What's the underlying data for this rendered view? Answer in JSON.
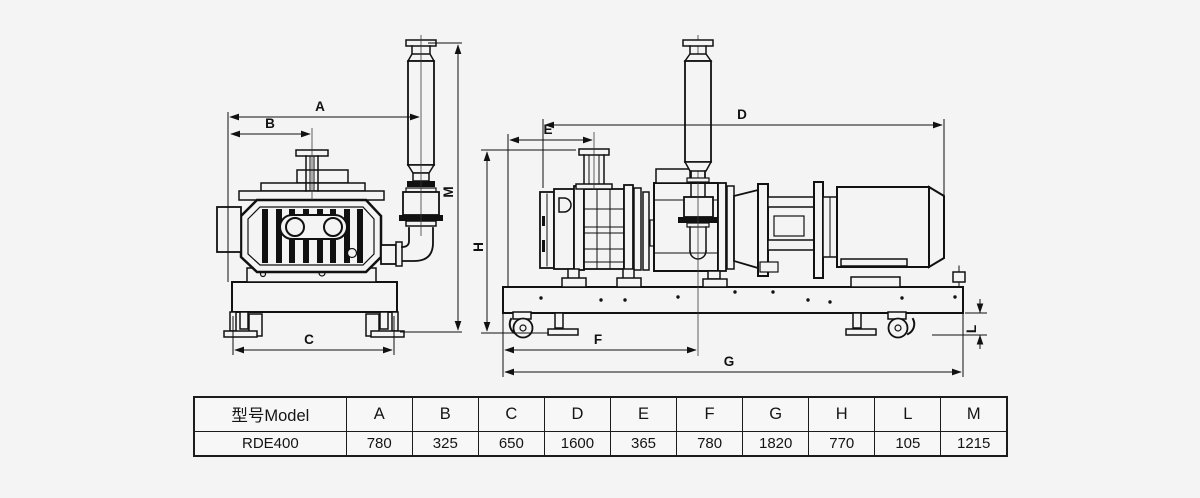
{
  "drawing": {
    "front_view": {
      "dim_labels": {
        "A": "A",
        "B": "B",
        "C": "C",
        "M": "M"
      }
    },
    "side_view": {
      "dim_labels": {
        "D": "D",
        "E": "E",
        "F": "F",
        "G": "G",
        "H": "H",
        "L": "L"
      }
    }
  },
  "table": {
    "model_header": "型号Model",
    "columns": [
      "A",
      "B",
      "C",
      "D",
      "E",
      "F",
      "G",
      "H",
      "L",
      "M"
    ],
    "rows": [
      {
        "model": "RDE400",
        "values": [
          "780",
          "325",
          "650",
          "1600",
          "365",
          "780",
          "1820",
          "770",
          "105",
          "1215"
        ]
      }
    ]
  },
  "colors": {
    "background": "#f4f4f4",
    "ink": "#111111"
  }
}
